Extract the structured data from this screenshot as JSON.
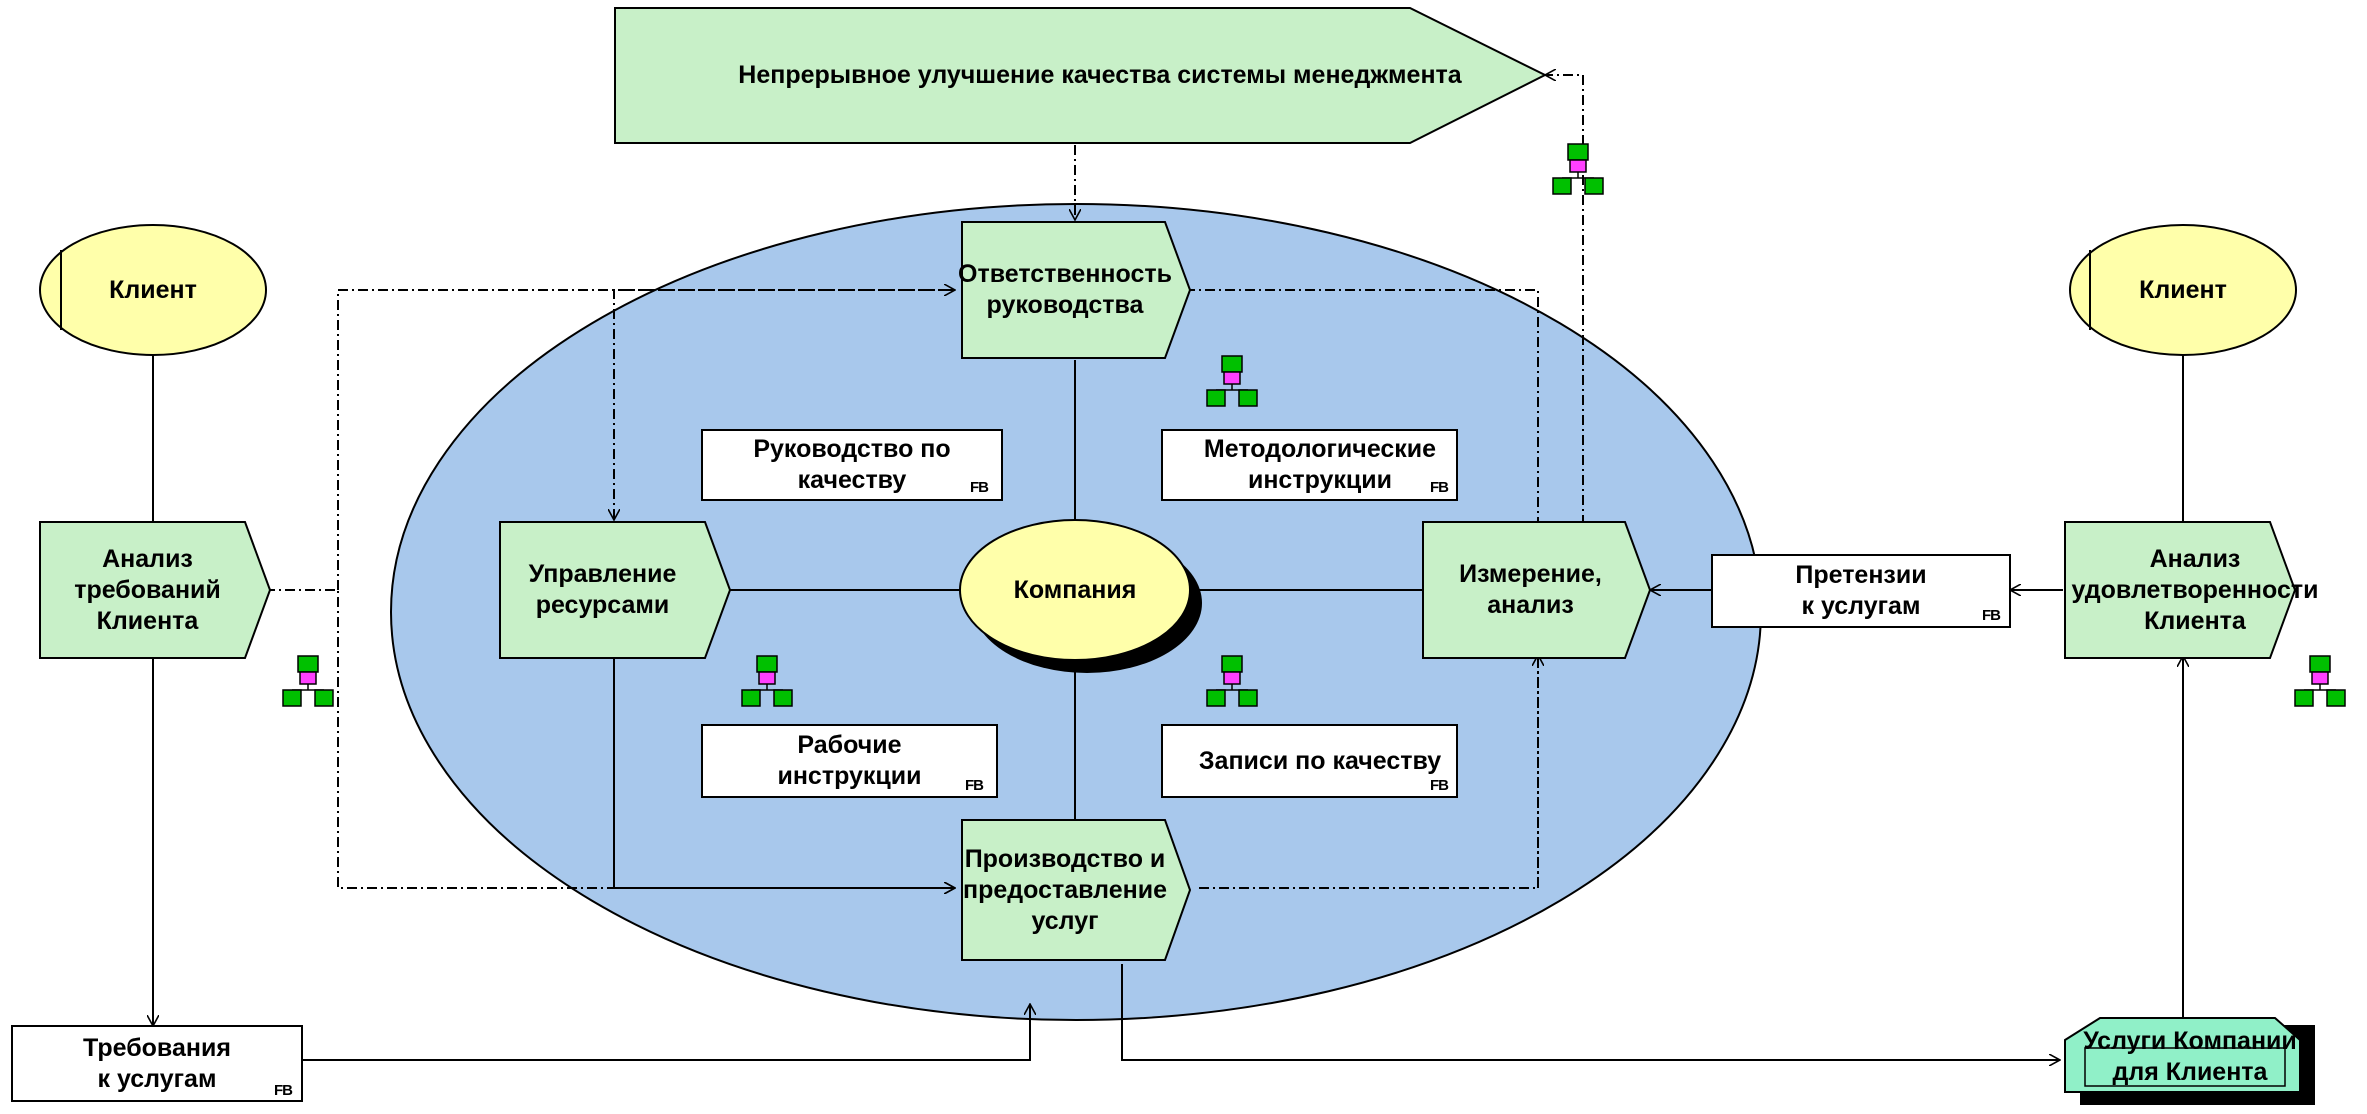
{
  "colors": {
    "company_region": "#a8c8ec",
    "function": "#c8f0c8",
    "client": "#ffffaa",
    "document": "#ffffff",
    "product": "#90f0c8",
    "org_icon_square": "#00c000",
    "org_icon_accent": "#ff40ff"
  },
  "top_goal": {
    "text": "Непрерывное улучшение качества системы менеджмента"
  },
  "clients": {
    "left": {
      "text": "Клиент"
    },
    "right": {
      "text": "Клиент"
    }
  },
  "company": {
    "text": "Компания"
  },
  "functions": {
    "management_responsibility": {
      "line1": "Ответственность",
      "line2": "руководства"
    },
    "resource_management": {
      "line1": "Управление",
      "line2": "ресурсами"
    },
    "measurement_analysis": {
      "line1": "Измерение,",
      "line2": "анализ"
    },
    "production": {
      "line1": "Производство и",
      "line2": "предоставление",
      "line3": "услуг"
    },
    "requirements_analysis": {
      "line1": "Анализ",
      "line2": "требований",
      "line3": "Клиента"
    },
    "satisfaction_analysis": {
      "line1": "Анализ",
      "line2": "удовлетворенности",
      "line3": "Клиента"
    }
  },
  "documents": {
    "quality_manual": {
      "line1": "Руководство по",
      "line2": "качеству",
      "badge": "FB"
    },
    "method_instructions": {
      "line1": "Методологические",
      "line2": "инструкции",
      "badge": "FB"
    },
    "work_instructions": {
      "line1": "Рабочие",
      "line2": "инструкции",
      "badge": "FB"
    },
    "quality_records": {
      "line1": "Записи по качеству",
      "badge": "FB"
    },
    "claims": {
      "line1": "Претензии",
      "line2": "к услугам",
      "badge": "FB"
    },
    "service_requirements": {
      "line1": "Требования",
      "line2": "к услугам",
      "badge": "FB"
    }
  },
  "product": {
    "line1": "Услуги Компании",
    "line2": "для Клиента"
  },
  "org_icons": [
    "org-unit-icon",
    "org-unit-icon",
    "org-unit-icon",
    "org-unit-icon",
    "org-unit-icon",
    "org-unit-icon",
    "org-unit-icon"
  ]
}
